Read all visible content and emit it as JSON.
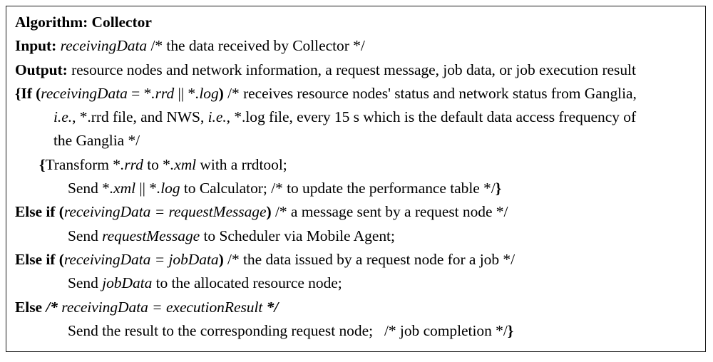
{
  "box": {
    "border_color": "#1a1a1a",
    "background": "#ffffff"
  },
  "algorithm": {
    "title_label": "Algorithm:",
    "title_name": "Collector",
    "input_label": "Input:",
    "input_var": "receivingData",
    "input_comment": "/* the data received by Collector */",
    "output_label": "Output:",
    "output_text": "resource nodes and network information, a request message, job data, or job execution result",
    "lines": [
      {
        "id": "line-if",
        "indent": 0,
        "text": "{If (receivingData = *.rrd || *.log) /* receives resource nodes' status and network status from Ganglia,",
        "parts": [
          {
            "style": "b",
            "text": "{If ("
          },
          {
            "style": "i",
            "text": "receivingData"
          },
          {
            "style": "n",
            "text": " = *"
          },
          {
            "style": "i",
            "text": ".rrd"
          },
          {
            "style": "n",
            "text": " || *"
          },
          {
            "style": "i",
            "text": ".log"
          },
          {
            "style": "b",
            "text": ")"
          },
          {
            "style": "n",
            "text": " /* receives resource nodes' status and network status from Ganglia,"
          }
        ]
      },
      {
        "id": "line-if-cont1",
        "indent": 2,
        "text": "i.e., *.rrd file, and NWS, i.e., *.log file, every 15 s which is the default data access frequency of",
        "parts": [
          {
            "style": "i",
            "text": "i.e."
          },
          {
            "style": "n",
            "text": ", *.rrd file, and NWS, "
          },
          {
            "style": "i",
            "text": "i.e."
          },
          {
            "style": "n",
            "text": ", *.log file, every 15 s which is the default data access frequency of"
          }
        ]
      },
      {
        "id": "line-if-cont2",
        "indent": 2,
        "text": "the Ganglia */",
        "parts": [
          {
            "style": "n",
            "text": "the Ganglia */"
          }
        ]
      },
      {
        "id": "line-transform",
        "indent": 1,
        "text": "{Transform *.rrd to *.xml with a rrdtool;",
        "parts": [
          {
            "style": "b",
            "text": "{"
          },
          {
            "style": "n",
            "text": "Transform *"
          },
          {
            "style": "i",
            "text": ".rrd"
          },
          {
            "style": "n",
            "text": " to *"
          },
          {
            "style": "i",
            "text": ".xml"
          },
          {
            "style": "n",
            "text": " with a rrdtool;"
          }
        ]
      },
      {
        "id": "line-send-xml",
        "indent": 3,
        "text": "Send *.xml || *.log to Calculator; /* to update the performance table */}",
        "parts": [
          {
            "style": "n",
            "text": "Send *"
          },
          {
            "style": "i",
            "text": ".xml"
          },
          {
            "style": "n",
            "text": " || *"
          },
          {
            "style": "i",
            "text": ".log"
          },
          {
            "style": "n",
            "text": " to Calculator; /* to update the performance table */"
          },
          {
            "style": "b",
            "text": "}"
          }
        ]
      },
      {
        "id": "line-elseif-request",
        "indent": 0,
        "text": "Else if (receivingData = requestMessage) /* a message sent by a request node */",
        "parts": [
          {
            "style": "b",
            "text": "Else if ("
          },
          {
            "style": "i",
            "text": "receivingData = requestMessage"
          },
          {
            "style": "b",
            "text": ")"
          },
          {
            "style": "n",
            "text": " /* a message sent by a request node */"
          }
        ]
      },
      {
        "id": "line-send-request",
        "indent": 3,
        "text": "Send requestMessage to Scheduler via Mobile Agent;",
        "parts": [
          {
            "style": "n",
            "text": "Send "
          },
          {
            "style": "i",
            "text": "requestMessage"
          },
          {
            "style": "n",
            "text": " to Scheduler via Mobile Agent;"
          }
        ]
      },
      {
        "id": "line-elseif-jobdata",
        "indent": 0,
        "text": "Else if (receivingData = jobData) /* the data issued by a request node for a job */",
        "parts": [
          {
            "style": "b",
            "text": "Else if ("
          },
          {
            "style": "i",
            "text": "receivingData = jobData"
          },
          {
            "style": "b",
            "text": ")"
          },
          {
            "style": "n",
            "text": " /* the data issued by a request node for a job */"
          }
        ]
      },
      {
        "id": "line-send-jobdata",
        "indent": 3,
        "text": "Send jobData to the allocated resource node;",
        "parts": [
          {
            "style": "n",
            "text": "Send "
          },
          {
            "style": "i",
            "text": "jobData"
          },
          {
            "style": "n",
            "text": " to the allocated resource node;"
          }
        ]
      },
      {
        "id": "line-else",
        "indent": 0,
        "text": "Else /* receivingData = executionResult */",
        "parts": [
          {
            "style": "b",
            "text": "Else "
          },
          {
            "style": "bi",
            "text": "/*"
          },
          {
            "style": "i",
            "text": " receivingData = executionResult "
          },
          {
            "style": "bi",
            "text": "*/"
          }
        ]
      },
      {
        "id": "line-send-result",
        "indent": 3,
        "text": "Send the result to the corresponding request node;   /* job completion */}",
        "parts": [
          {
            "style": "n",
            "text": "Send the result to the corresponding request node;   /* job completion */"
          },
          {
            "style": "b",
            "text": "}"
          }
        ]
      }
    ]
  }
}
